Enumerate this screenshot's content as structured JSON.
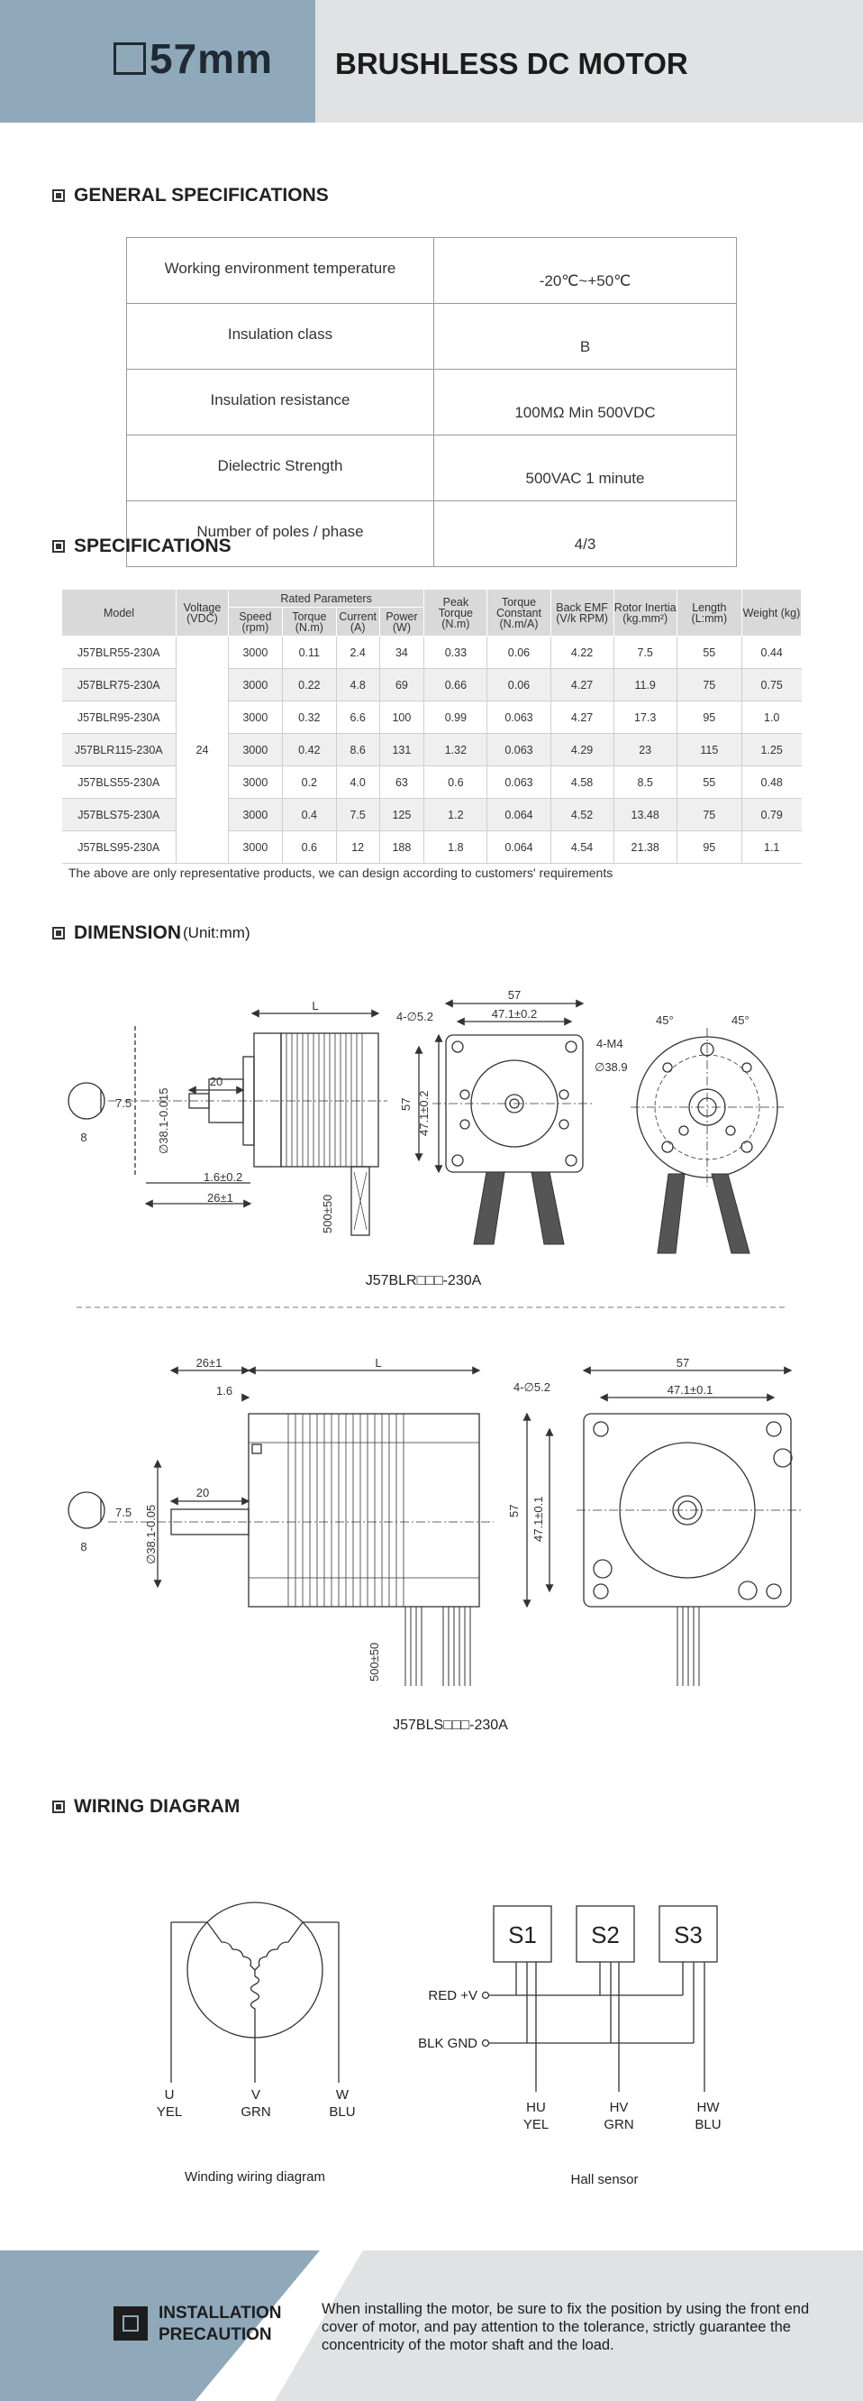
{
  "header": {
    "size": "57mm",
    "title": "BRUSHLESS DC MOTOR"
  },
  "sections": {
    "general": "GENERAL SPECIFICATIONS",
    "specs": "SPECIFICATIONS",
    "dimension": "DIMENSION",
    "dimension_unit": "(Unit:mm)",
    "wiring": "WIRING DIAGRAM"
  },
  "general_specs": [
    {
      "label": "Working environment temperature",
      "value": "-20℃~+50℃"
    },
    {
      "label": "Insulation class",
      "value": "B"
    },
    {
      "label": "Insulation resistance",
      "value": "100MΩ Min 500VDC"
    },
    {
      "label": "Dielectric Strength",
      "value": "500VAC 1 minute"
    },
    {
      "label": "Number of poles / phase",
      "value": "4/3"
    }
  ],
  "spec_table": {
    "headers": {
      "model": "Model",
      "voltage": "Voltage (VDC)",
      "rated": "Rated Parameters",
      "speed": "Speed (rpm)",
      "torque": "Torque (N.m)",
      "current": "Current (A)",
      "power": "Power (W)",
      "peak": "Peak Torque (N.m)",
      "tconst": "Torque Constant (N.m/A)",
      "emf": "Back EMF (V/k RPM)",
      "inertia": "Rotor Inertia (kg.mm²)",
      "length": "Length (L:mm)",
      "weight": "Weight (kg)"
    },
    "voltage": "24",
    "rows": [
      [
        "J57BLR55-230A",
        "3000",
        "0.11",
        "2.4",
        "34",
        "0.33",
        "0.06",
        "4.22",
        "7.5",
        "55",
        "0.44"
      ],
      [
        "J57BLR75-230A",
        "3000",
        "0.22",
        "4.8",
        "69",
        "0.66",
        "0.06",
        "4.27",
        "11.9",
        "75",
        "0.75"
      ],
      [
        "J57BLR95-230A",
        "3000",
        "0.32",
        "6.6",
        "100",
        "0.99",
        "0.063",
        "4.27",
        "17.3",
        "95",
        "1.0"
      ],
      [
        "J57BLR115-230A",
        "3000",
        "0.42",
        "8.6",
        "131",
        "1.32",
        "0.063",
        "4.29",
        "23",
        "115",
        "1.25"
      ],
      [
        "J57BLS55-230A",
        "3000",
        "0.2",
        "4.0",
        "63",
        "0.6",
        "0.063",
        "4.58",
        "8.5",
        "55",
        "0.48"
      ],
      [
        "J57BLS75-230A",
        "3000",
        "0.4",
        "7.5",
        "125",
        "1.2",
        "0.064",
        "4.52",
        "13.48",
        "75",
        "0.79"
      ],
      [
        "J57BLS95-230A",
        "3000",
        "0.6",
        "12",
        "188",
        "1.8",
        "0.064",
        "4.54",
        "21.38",
        "95",
        "1.1"
      ]
    ],
    "note": "The above are only representative products, we can design according to customers' requirements"
  },
  "dimension": {
    "blr": {
      "caption": "J57BLR□□□-230A",
      "dims": {
        "flat": "7.5",
        "shaft_dia": "8",
        "shaft_len": "20",
        "pilot": "∅38.1-0.015",
        "flange_t": "1.6±0.2",
        "shaft_total": "26±1",
        "length": "L",
        "lead": "500±50",
        "width": "57",
        "hole_pitch": "47.1±0.2",
        "holes": "4-∅5.2",
        "height": "57",
        "vpitch": "47.1±0.2",
        "tap": "4-M4",
        "bolt_circle": "∅38.9",
        "angle1": "45°",
        "angle2": "45°"
      }
    },
    "bls": {
      "caption": "J57BLS□□□-230A",
      "dims": {
        "flat": "7.5",
        "shaft_dia": "8",
        "shaft_len": "20",
        "pilot": "∅38.1-0.05",
        "flange_t": "1.6",
        "shaft_total": "26±1",
        "length": "L",
        "lead": "500±50",
        "width": "57",
        "hole_pitch": "47.1±0.1",
        "holes": "4-∅5.2",
        "height": "57",
        "vpitch": "47.1±0.1"
      }
    }
  },
  "wiring": {
    "winding_caption": "Winding wiring diagram",
    "hall_caption": "Hall sensor",
    "phases": [
      {
        "name": "U",
        "color": "YEL"
      },
      {
        "name": "V",
        "color": "GRN"
      },
      {
        "name": "W",
        "color": "BLU"
      }
    ],
    "sensors": [
      "S1",
      "S2",
      "S3"
    ],
    "power_label": "RED +V",
    "gnd_label": "BLK GND",
    "hall_outputs": [
      {
        "name": "HU",
        "color": "YEL"
      },
      {
        "name": "HV",
        "color": "GRN"
      },
      {
        "name": "HW",
        "color": "BLU"
      }
    ]
  },
  "footer": {
    "title_line1": "INSTALLATION",
    "title_line2": "PRECAUTION",
    "text": "When installing the motor, be sure to fix the position by using the front end cover of motor, and pay attention to the tolerance, strictly guarantee the concentricity of the motor shaft and the load."
  }
}
